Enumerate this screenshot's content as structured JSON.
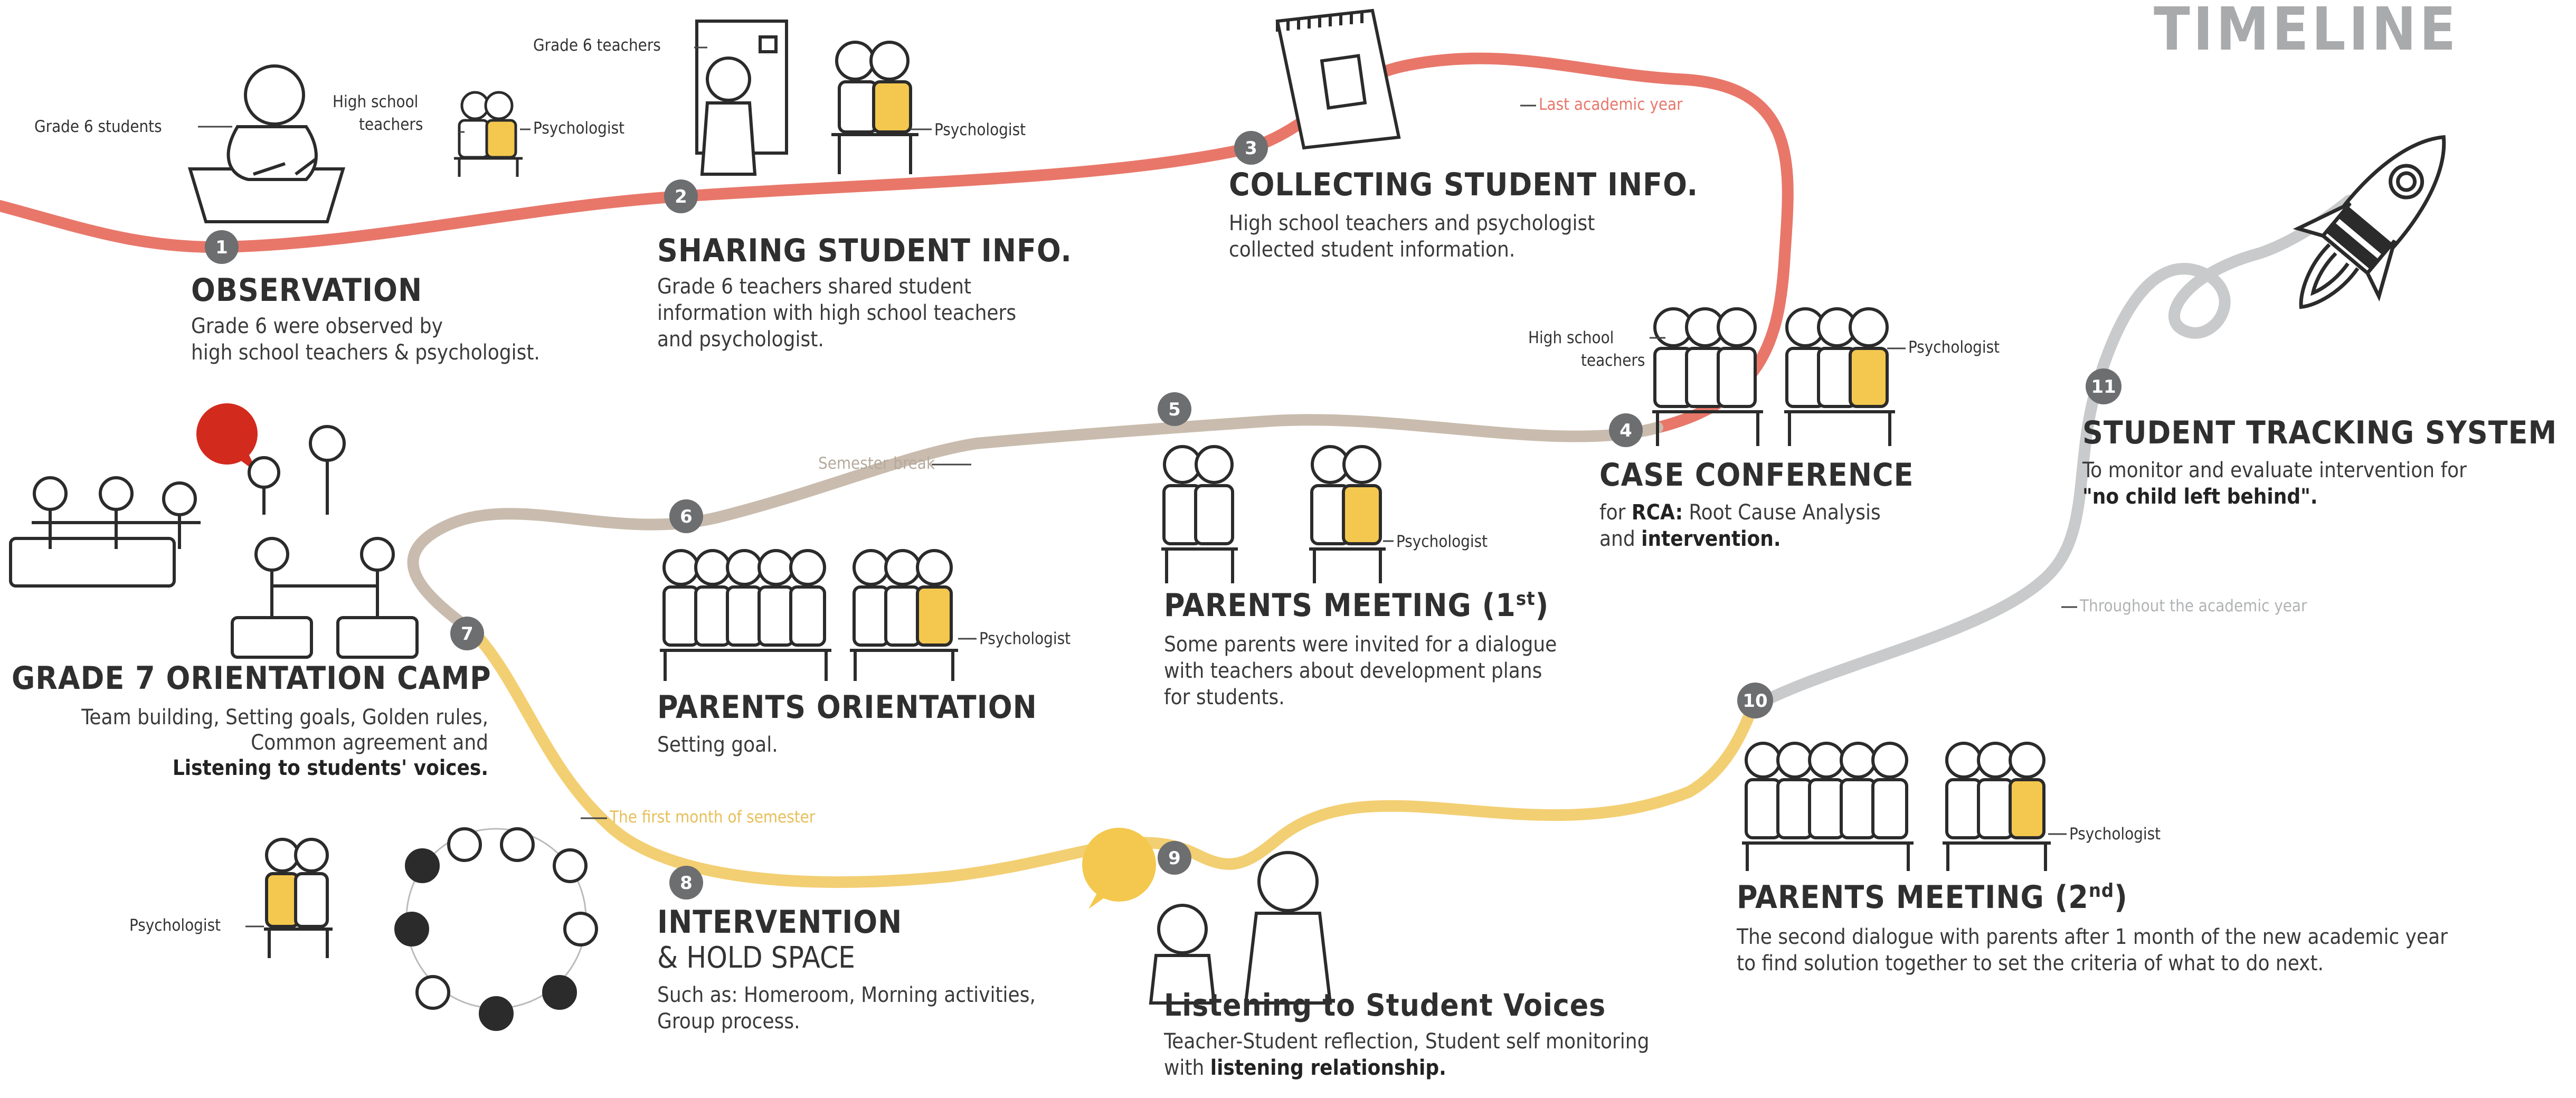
{
  "header": {
    "title": "TIMELINE"
  },
  "colors": {
    "red_path": "#e8776a",
    "tan_path": "#c9bcae",
    "yellow_path": "#f3cf73",
    "grey_path": "#c8cacb",
    "accent_yellow": "#f4c84e",
    "accent_red": "#d32a1e"
  },
  "phases": {
    "last_year": "Last academic year",
    "semester_break": "Semester break",
    "first_month": "The first month of semester",
    "throughout": "Throughout the academic year"
  },
  "labels": {
    "grade6_students": "Grade 6 students",
    "hs_teachers_1a": "High school",
    "hs_teachers_1b": "teachers",
    "psychologist_1": "Psychologist",
    "grade6_teachers": "Grade 6 teachers",
    "psychologist_2": "Psychologist",
    "hs_teachers_4a": "High school",
    "hs_teachers_4b": "teachers",
    "psychologist_4": "Psychologist",
    "psychologist_5": "Psychologist",
    "psychologist_6": "Psychologist",
    "psychologist_8": "Psychologist",
    "psychologist_10": "Psychologist"
  },
  "steps": [
    {
      "num": "1",
      "title": "OBSERVATION",
      "desc1": "Grade 6 were observed by",
      "desc2": "high school teachers & psychologist."
    },
    {
      "num": "2",
      "title": "SHARING STUDENT INFO.",
      "desc1": "Grade 6 teachers shared student",
      "desc2": "information with high school teachers",
      "desc3": "and psychologist."
    },
    {
      "num": "3",
      "title": "COLLECTING STUDENT INFO.",
      "desc1": "High school teachers and psychologist",
      "desc2": "collected student information."
    },
    {
      "num": "4",
      "title": "CASE CONFERENCE",
      "desc1_pre": "for ",
      "desc1_b": "RCA:",
      "desc1_post": " Root Cause Analysis",
      "desc2_pre": "and ",
      "desc2_b": "intervention."
    },
    {
      "num": "5",
      "title": "PARENTS MEETING (1",
      "title_sup": "st",
      "title_end": ")",
      "desc1": "Some parents were invited for a dialogue",
      "desc2": "with teachers about development plans",
      "desc3": "for students."
    },
    {
      "num": "6",
      "title": "PARENTS ORIENTATION",
      "desc1": "Setting goal."
    },
    {
      "num": "7",
      "title": "GRADE 7 ORIENTATION CAMP",
      "desc1": "Team building, Setting goals, Golden rules,",
      "desc2": "Common agreement and",
      "desc3": "Listening to students' voices."
    },
    {
      "num": "8",
      "title": "INTERVENTION",
      "title2": "& HOLD SPACE",
      "desc1": "Such as: Homeroom, Morning activities,",
      "desc2": "Group process."
    },
    {
      "num": "9",
      "title": "Listening to Student Voices",
      "desc1": "Teacher-Student reflection, Student self monitoring",
      "desc2_pre": "with ",
      "desc2_b": "listening relationship."
    },
    {
      "num": "10",
      "title": "PARENTS MEETING (2",
      "title_sup": "nd",
      "title_end": ")",
      "desc1": "The second dialogue with parents after 1 month of the new academic year",
      "desc2": "to find solution together to set the criteria of what to do next."
    },
    {
      "num": "11",
      "title": "STUDENT TRACKING SYSTEM",
      "desc1": "To monitor and evaluate intervention for",
      "desc2": "\"no child left behind\"."
    }
  ]
}
